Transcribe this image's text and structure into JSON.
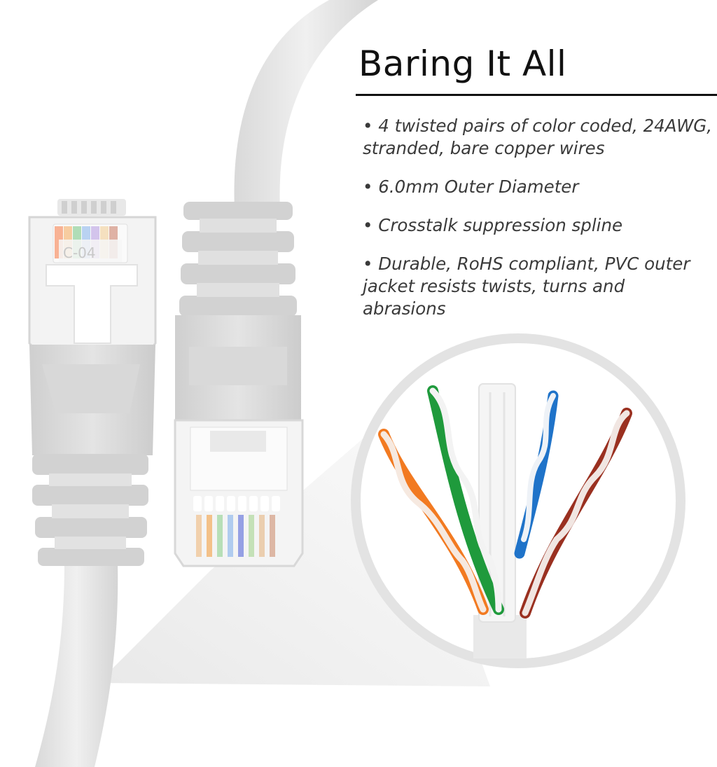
{
  "title": "Baring It All",
  "features": [
    "• 4 twisted pairs of  color coded, 24AWG, stranded, bare copper wires",
    "• 6.0mm Outer Diameter",
    "• Crosstalk suppression spline",
    "• Durable, RoHS compliant, PVC outer jacket resists twists, turns and abrasions"
  ],
  "connector_label": "C-04",
  "wire_colors": {
    "orange": "#f27a21",
    "green": "#1f9a3c",
    "blue": "#1f73c9",
    "brown": "#9a3020",
    "cable": "#e9e9e9"
  }
}
